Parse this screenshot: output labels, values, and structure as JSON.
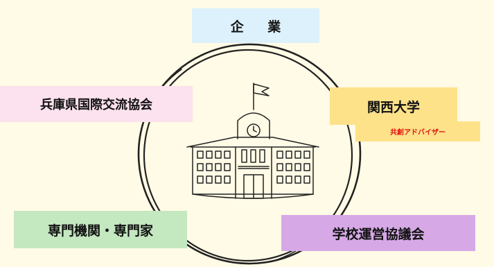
{
  "labels": {
    "kigyo": "企 業",
    "hyogo": "兵庫県国際交流協会",
    "kansai": "関西大学",
    "advisor": "共創アドバイザー",
    "senmon": "専門機関・専門家",
    "gakko": "学校運営協議会"
  },
  "colors": {
    "background": "#fffbe6",
    "kigyo": "#dcf1fb",
    "hyogo": "#fce1ee",
    "kansai": "#fde28a",
    "advisor_text": "#e0140f",
    "senmon": "#c4e8c0",
    "gakko": "#d6a9e6",
    "stroke": "#222222"
  },
  "icons": {
    "center": "school-building-icon"
  }
}
